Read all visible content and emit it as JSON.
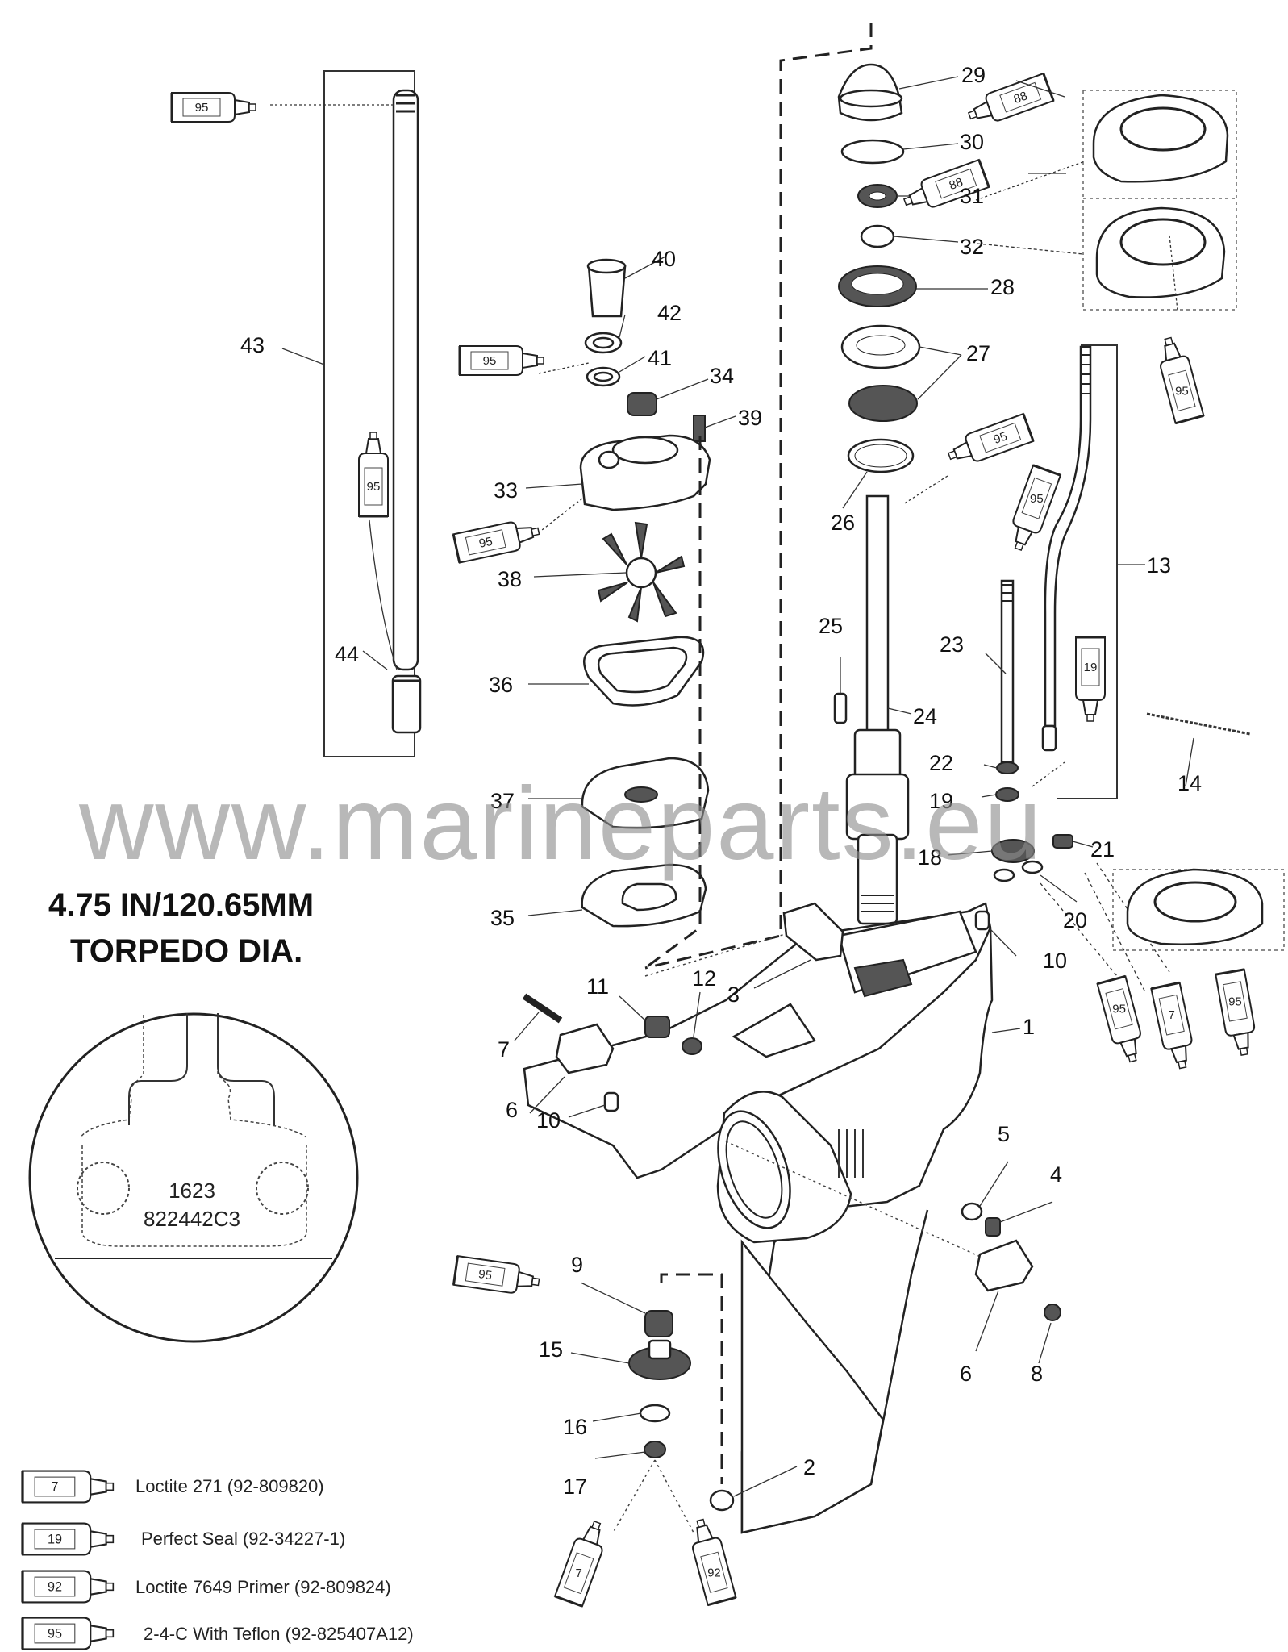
{
  "diagram": {
    "callouts": [
      "1",
      "2",
      "3",
      "4",
      "5",
      "6",
      "6",
      "7",
      "8",
      "9",
      "10",
      "10",
      "11",
      "12",
      "13",
      "14",
      "15",
      "16",
      "17",
      "18",
      "19",
      "20",
      "21",
      "22",
      "23",
      "24",
      "25",
      "26",
      "27",
      "28",
      "29",
      "30",
      "31",
      "32",
      "33",
      "34",
      "35",
      "36",
      "37",
      "38",
      "39",
      "40",
      "41",
      "42",
      "43",
      "44"
    ],
    "tube_codes": {
      "t95_a": "95",
      "t95_b": "95",
      "t95_c": "95",
      "t95_d": "95",
      "t95_e": "95",
      "t95_f": "95",
      "t95_g": "95",
      "t95_h": "95",
      "t95_i": "95",
      "t95_j": "95",
      "t95_k": "95",
      "t7_a": "7",
      "t7_b": "7",
      "t19": "19",
      "t92": "92",
      "t88_a": "88",
      "t88_b": "88"
    },
    "torpedo_dia_line1": "4.75 IN/120.65MM",
    "torpedo_dia_line2": "TORPEDO DIA.",
    "plate_code_1": "1623",
    "plate_code_2": "822442C3"
  },
  "legend": [
    {
      "code": "7",
      "text": "Loctite 271 (92-809820)"
    },
    {
      "code": "19",
      "text": "Perfect Seal (92-34227-1)"
    },
    {
      "code": "92",
      "text": "Loctite 7649 Primer (92-809824)"
    },
    {
      "code": "95",
      "text": "2-4-C With Teflon (92-825407A12)"
    }
  ],
  "watermark": "www.marineparts.eu"
}
